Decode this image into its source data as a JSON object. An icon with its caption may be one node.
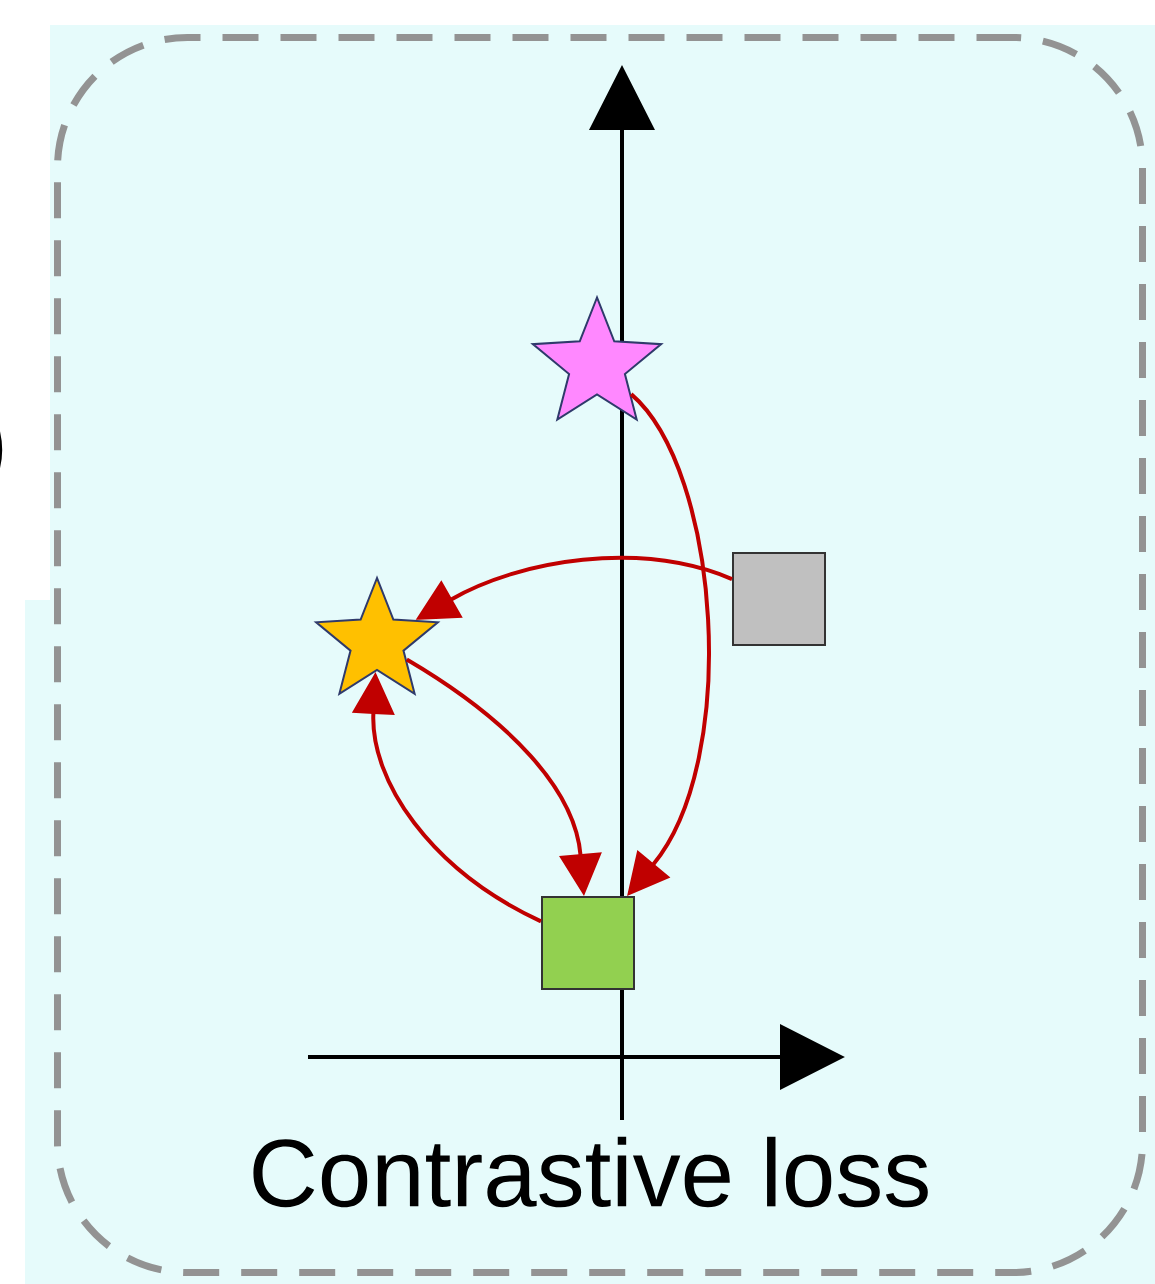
{
  "diagram": {
    "nodes": [
      {
        "text": [
          "Contrastive loss"
        ]
      },
      {
        "text": [],
        "shape": "star",
        "in": 0
      },
      {
        "text": [],
        "shape": "box",
        "in": 0
      },
      {
        "text": [],
        "shape": "star",
        "in": 0
      },
      {
        "text": [],
        "shape": "box",
        "in": 0
      }
    ],
    "edges": [
      {
        "from": 1,
        "to": 4,
        "arrow": "to"
      },
      {
        "from": 2,
        "to": 3,
        "arrow": "to"
      },
      {
        "from": 3,
        "to": 4,
        "arrow": "to"
      },
      {
        "from": 4,
        "to": 3,
        "arrow": "to"
      }
    ]
  }
}
